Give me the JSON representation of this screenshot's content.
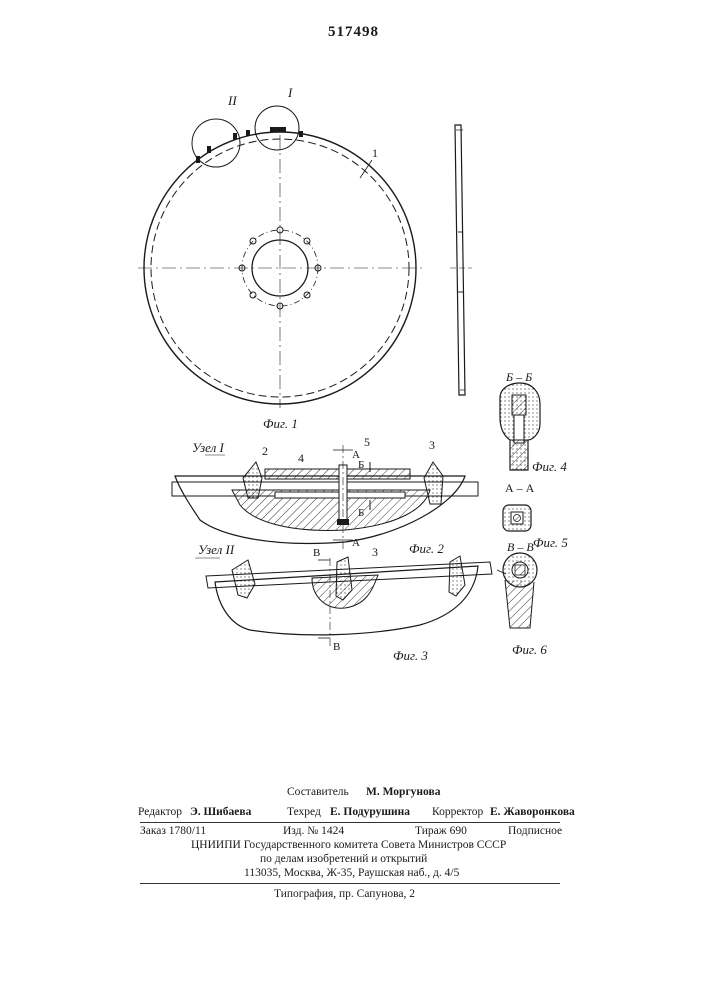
{
  "patent_number": "517498",
  "figures": {
    "fig1": "Фиг. 1",
    "fig2": "Фиг. 2",
    "fig3": "Фиг. 3",
    "fig4": "Фиг. 4",
    "fig5": "Фиг. 5",
    "fig6": "Фиг. 6"
  },
  "labels": {
    "node1_callout": "I",
    "node2_callout": "II",
    "part1": "1",
    "part2": "2",
    "part3": "3",
    "part4": "4",
    "part5": "5",
    "node1": "Узел I",
    "node2": "Узел II",
    "section_a": "А",
    "section_b": "Б",
    "section_v": "В",
    "section_bb": "Б – Б",
    "section_aa": "А – А",
    "section_vv": "В – В"
  },
  "credits": {
    "compiler_label": "Составитель",
    "compiler_name": "М. Моргунова",
    "editor_label": "Редактор",
    "editor_name": "Э. Шибаева",
    "techred_label": "Техред",
    "techred_name": "Е. Подурушина",
    "corrector_label": "Корректор",
    "corrector_name": "Е. Жаворонкова",
    "order": "Заказ 1780/11",
    "issue": "Изд. № 1424",
    "circulation": "Тираж 690",
    "subscription": "Подписное",
    "institute_line1": "ЦНИИПИ Государственного комитета Совета Министров СССР",
    "institute_line2": "по делам изобретений и открытий",
    "address": "113035, Москва, Ж-35, Раушская наб., д. 4/5",
    "printer": "Типография, пр. Сапунова, 2"
  }
}
